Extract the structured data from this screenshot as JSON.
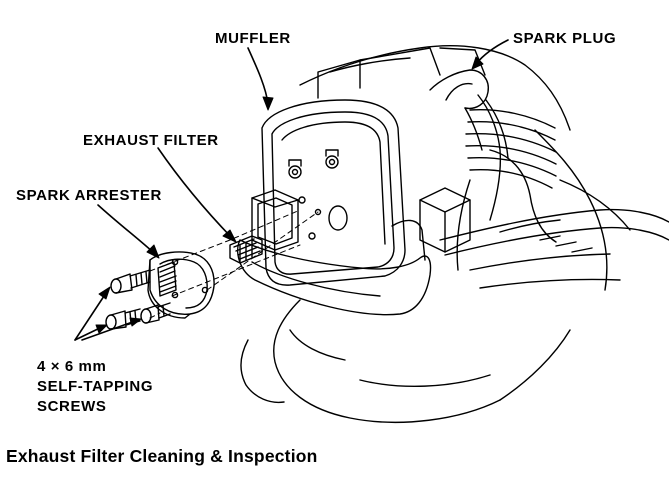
{
  "labels": {
    "muffler": "MUFFLER",
    "spark_plug": "SPARK PLUG",
    "exhaust_filter": "EXHAUST FILTER",
    "spark_arrester": "SPARK ARRESTER",
    "screws_line1": "4 × 6 mm",
    "screws_line2": "SELF-TAPPING",
    "screws_line3": "SCREWS"
  },
  "caption": "Exhaust Filter Cleaning & Inspection",
  "colors": {
    "ink": "#000000",
    "paper": "#ffffff"
  }
}
